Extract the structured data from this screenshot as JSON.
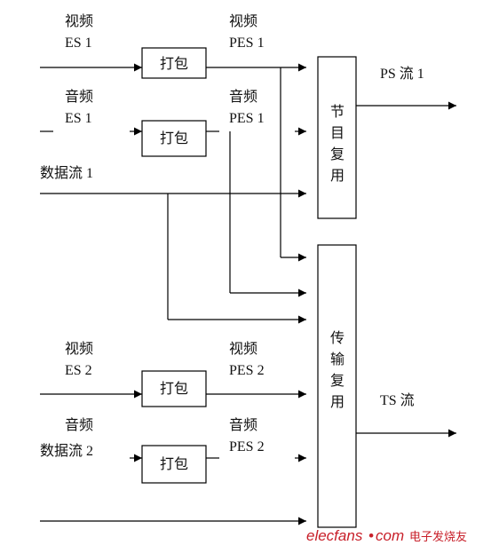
{
  "inputs": {
    "video_es1": [
      "视频",
      "ES 1"
    ],
    "audio_es1": [
      "音频",
      "ES 1"
    ],
    "data_stream1": "数据流 1",
    "video_es2": [
      "视频",
      "ES 2"
    ],
    "audio_es2": "音频",
    "data_stream2": "数据流 2"
  },
  "pes": {
    "video_pes1": [
      "视频",
      "PES 1"
    ],
    "audio_pes1": [
      "音频",
      "PES 1"
    ],
    "video_pes2": [
      "视频",
      "PES 2"
    ],
    "audio_pes2": [
      "音频",
      "PES 2"
    ]
  },
  "packetizer_label": "打包",
  "program_mux": [
    "节",
    "目",
    "复",
    "用"
  ],
  "transport_mux": [
    "传",
    "输",
    "复",
    "用"
  ],
  "outputs": {
    "ps_stream": "PS 流 1",
    "ts_stream": "TS 流"
  },
  "watermark": {
    "site": "elecfans",
    "dot": "•",
    "domain": "com",
    "cn": "电子发烧友"
  }
}
